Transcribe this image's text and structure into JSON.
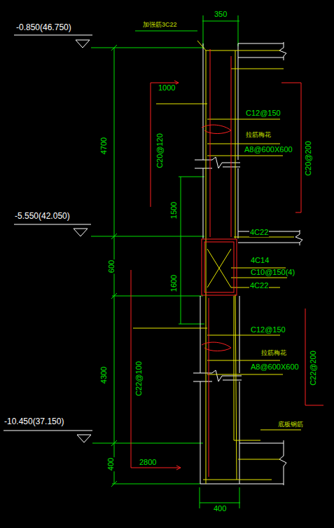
{
  "diagram": {
    "labels": [
      "-0.850(46.750)",
      "加强筋3C22",
      "350",
      "1000",
      "C12@150",
      "4700",
      "C20@120",
      "拉筋梅花",
      "A8@600X600",
      "C20@200",
      "-5.550(42.050)",
      "1500",
      "4C22",
      "600",
      "4C14",
      "1600",
      "C10@150(4)",
      "4C22",
      "C12@150",
      "C22@100",
      "4300",
      "拉筋梅花",
      "A8@600X600",
      "C22@200",
      "-10.450(37.150)",
      "底板钢筋",
      "400",
      "2800",
      "400"
    ]
  }
}
